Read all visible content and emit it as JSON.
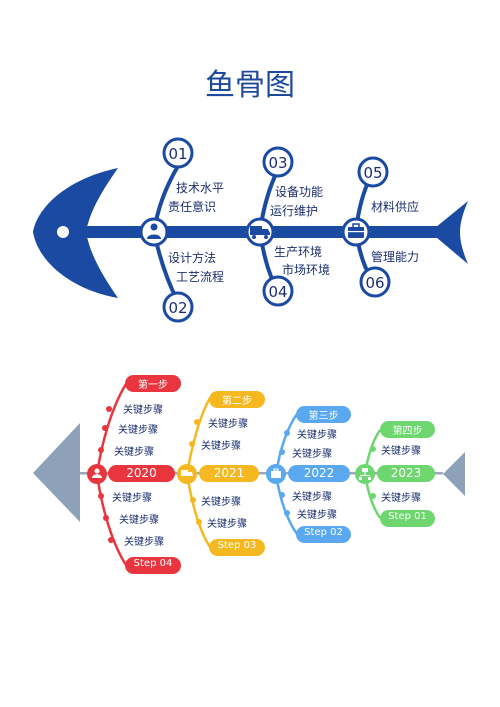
{
  "title": "鱼骨图",
  "fish1": {
    "color": "#1a4aa1",
    "nodes": [
      "01",
      "02",
      "03",
      "04",
      "05",
      "06"
    ],
    "labels": {
      "n01": [
        "技术水平",
        "责任意识"
      ],
      "n02": [
        "设计方法",
        "工艺流程"
      ],
      "n03": [
        "设备功能",
        "运行维护"
      ],
      "n04": [
        "生产环境",
        "市场环境"
      ],
      "n05": [
        "材料供应"
      ],
      "n06": [
        "管理能力"
      ]
    }
  },
  "fish2": {
    "tail_color": "#8da2b8",
    "groups": [
      {
        "year": "2020",
        "top": "第一步",
        "bottom": "Step 04",
        "color": "#e8353e",
        "items_top": [
          "关键步骤",
          "关键步骤",
          "关键步骤"
        ],
        "items_bottom": [
          "关键步骤",
          "关键步骤",
          "关键步骤"
        ]
      },
      {
        "year": "2021",
        "top": "第二步",
        "bottom": "Step 03",
        "color": "#f5b820",
        "items_top": [
          "关键步骤",
          "关键步骤"
        ],
        "items_bottom": [
          "关键步骤",
          "关键步骤"
        ]
      },
      {
        "year": "2022",
        "top": "第三步",
        "bottom": "Step 02",
        "color": "#5aa8f0",
        "items_top": [
          "关键步骤",
          "关键步骤"
        ],
        "items_bottom": [
          "关键步骤",
          "关键步骤"
        ]
      },
      {
        "year": "2023",
        "top": "第四步",
        "bottom": "Step 01",
        "color": "#6ed66e",
        "items_top": [
          "关键步骤"
        ],
        "items_bottom": [
          "关键步骤"
        ]
      }
    ]
  }
}
